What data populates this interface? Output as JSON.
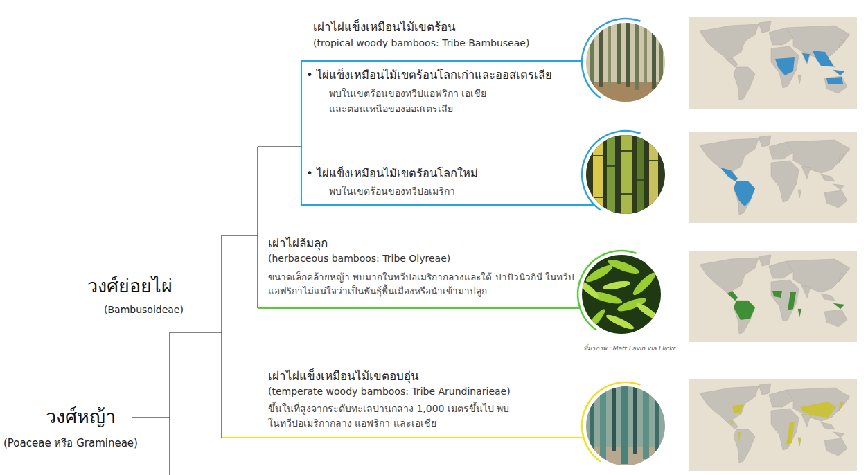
{
  "diagram": {
    "labels": [
      "เผ่าไผ่แข็งเหมือนไม้เขตร้อน",
      "(tropical woody bamboos: Tribe Bambuseae)",
      "• ไผ่แข็งเหมือนไม้เขตร้อนโลกเก่าและออสเตรเลีย",
      "พบในเขตร้อนของทวีปแอฟริกา เอเชีย และตอนเหนือของออสเตรเลีย",
      "• ไผ่แข็งเหมือนไม้เขตร้อนโลกใหม่",
      "พบในเขตร้อนของทวีปอเมริกา",
      "เผ่าไผ่ล้มลุก",
      "(herbaceous bamboos: Tribe Olyreae)",
      "ขนาดเล็กคล้ายหญ้า พบมากในทวีปอเมริกากลางและใต้ ปาปัวนิวกินี ในทวีปแอฟริกาไม่แน่ใจว่าเป็นพันธุ์พื้นเมืองหรือนำเข้ามาปลูก",
      "ที่มาภาพ : Matt Lavin via Flickr",
      "วงศ์ย่อยไผ่",
      "(Bambusoideae)",
      "เผ่าไผ่แข็งเหมือนไม้เขตอบอุ่น",
      "(temperate woody bamboos: Tribe Arundinarieae)",
      "ขึ้นในที่สูงจากระดับทะเลปานกลาง 1,000 เมตรขึ้นไป พบในทวีปอเมริกากลาง แอฟริกา และเอเชีย",
      "วงศ์หญ้า",
      "(Poaceae หรือ Gramineae)"
    ]
  }
}
